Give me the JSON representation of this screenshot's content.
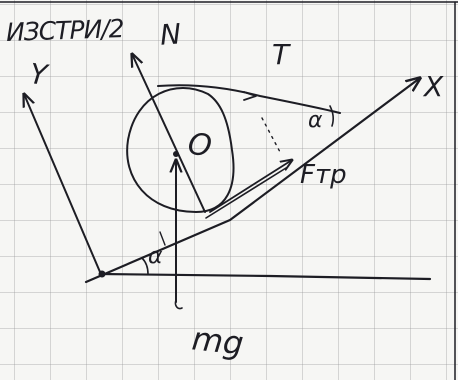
{
  "diagram": {
    "labels": {
      "title": "ИЗСТРИ/2",
      "y_axis": "Y",
      "normal_force": "N",
      "tension": "T",
      "x_axis": "X",
      "center": "O",
      "angle_top": "α",
      "friction": "Fтр",
      "angle_bottom": "α",
      "gravity": "mg"
    },
    "ink_color": "#1d1d24",
    "paper_color": "#f6f6f4",
    "grid_color": "#b9b9b9"
  }
}
